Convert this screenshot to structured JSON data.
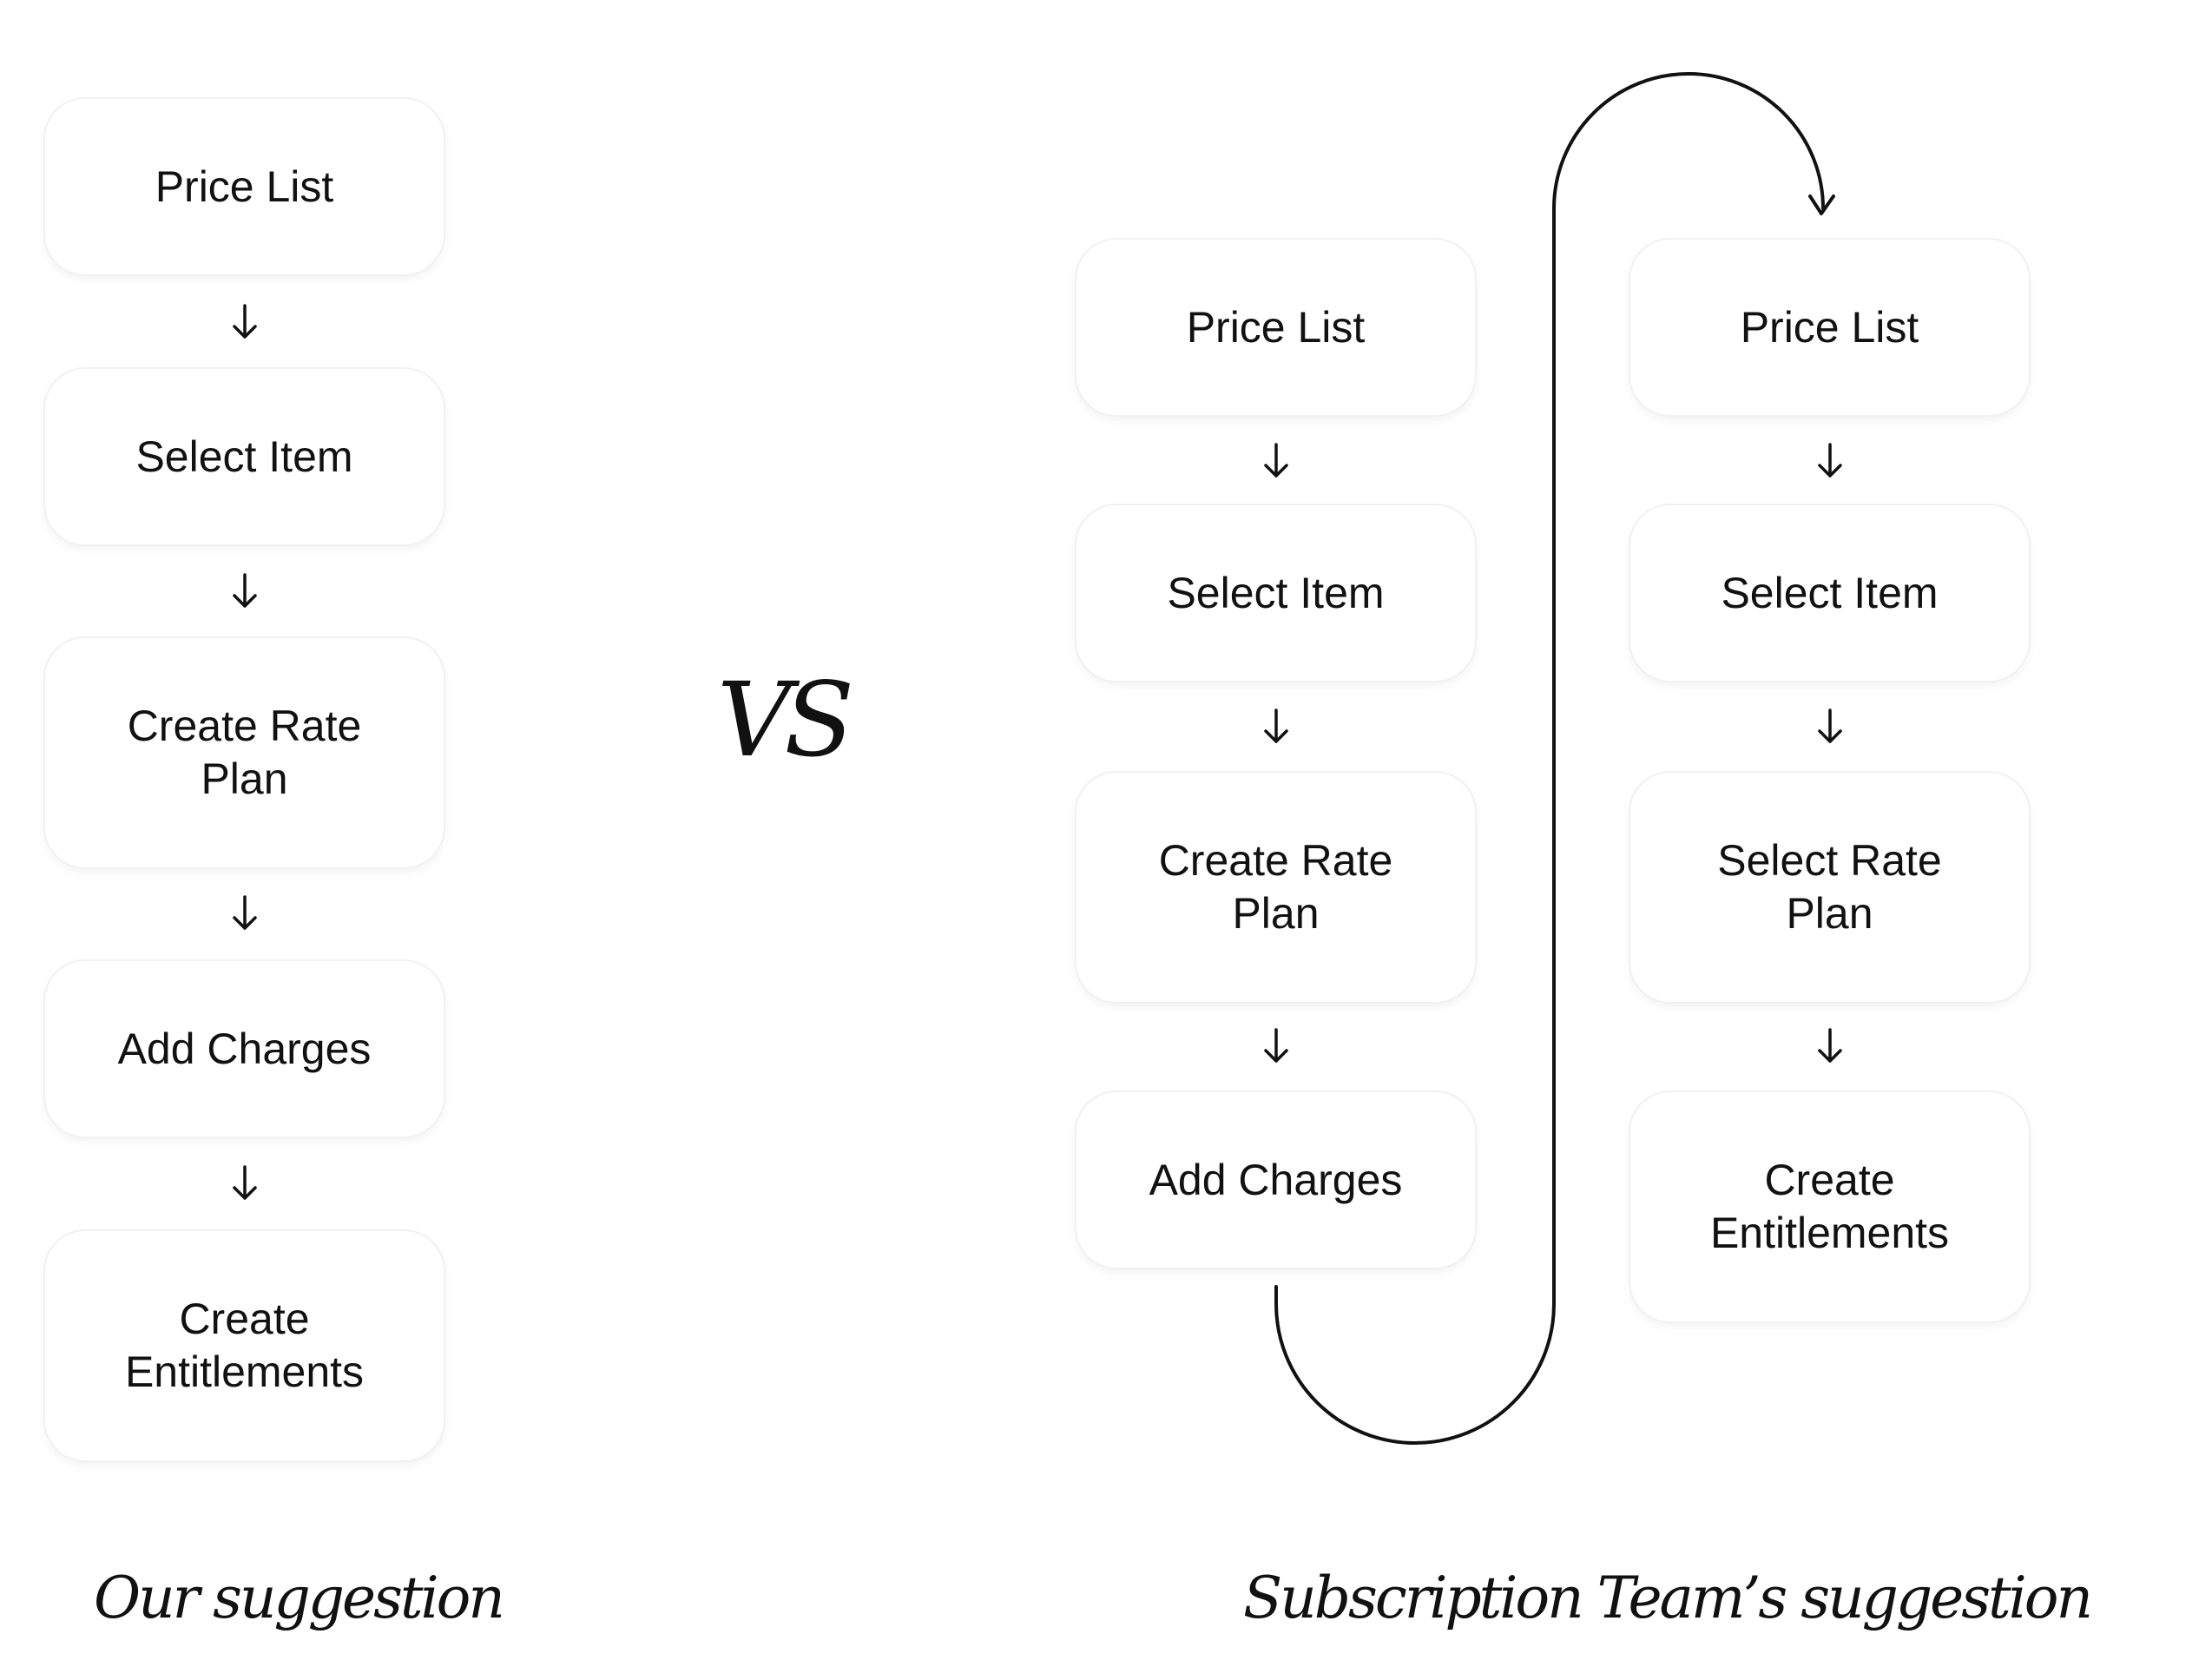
{
  "diagram": {
    "vs_label": "VS",
    "left_flow": {
      "caption": "Our suggestion",
      "steps": [
        {
          "line1": "Price List",
          "line2": ""
        },
        {
          "line1": "Select Item",
          "line2": ""
        },
        {
          "line1": "Create Rate",
          "line2": "Plan"
        },
        {
          "line1": "Add Charges",
          "line2": ""
        },
        {
          "line1": "Create",
          "line2": "Entitlements"
        }
      ]
    },
    "right_flow": {
      "caption": "Subscription Team’s suggestion",
      "first_column": [
        {
          "line1": "Price List",
          "line2": ""
        },
        {
          "line1": "Select Item",
          "line2": ""
        },
        {
          "line1": "Create Rate",
          "line2": "Plan"
        },
        {
          "line1": "Add Charges",
          "line2": ""
        }
      ],
      "second_column": [
        {
          "line1": "Price List",
          "line2": ""
        },
        {
          "line1": "Select Item",
          "line2": ""
        },
        {
          "line1": "Select Rate",
          "line2": "Plan"
        },
        {
          "line1": "Create",
          "line2": "Entitlements"
        }
      ]
    }
  }
}
